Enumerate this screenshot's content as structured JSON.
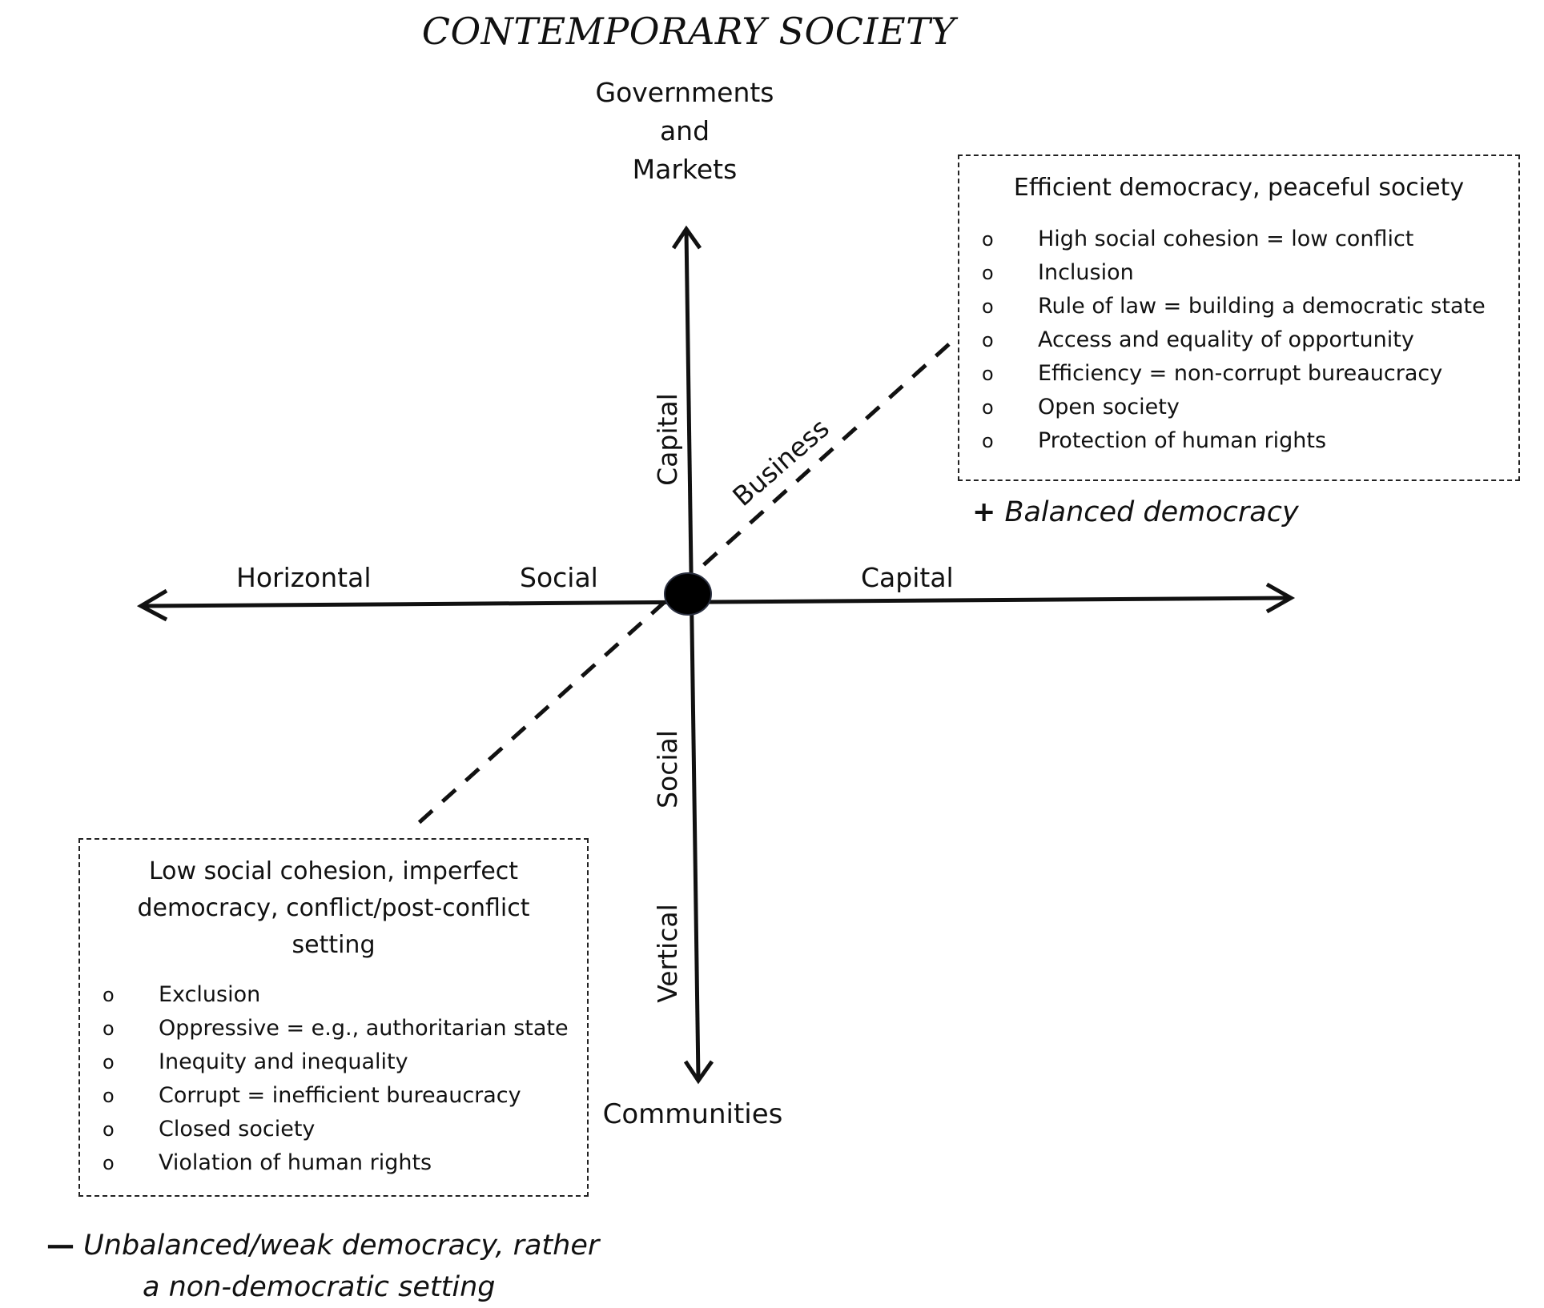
{
  "title": "CONTEMPORARY SOCIETY",
  "axes": {
    "top": {
      "line1": "Governments",
      "line2": "and",
      "line3": "Markets"
    },
    "bottom": "Communities",
    "left_horizontal": "Horizontal",
    "left_social": "Social",
    "right_capital": "Capital",
    "vertical_capital": "Capital",
    "vertical_social": "Social",
    "vertical_vertical": "Vertical",
    "diagonal_business": "Business"
  },
  "box_positive": {
    "title": "Efficient democracy, peaceful society",
    "bullet_symbol": "o",
    "items": [
      "High social cohesion = low conflict",
      "Inclusion",
      "Rule of law = building a democratic state",
      "Access and equality of opportunity",
      "Efficiency = non-corrupt bureaucracy",
      "Open society",
      "Protection of human rights"
    ]
  },
  "box_negative": {
    "title_line1": "Low social cohesion, imperfect",
    "title_line2": "democracy, conflict/post-conflict",
    "title_line3": "setting",
    "bullet_symbol": "o",
    "items": [
      "Exclusion",
      "Oppressive = e.g., authoritarian state",
      "Inequity and inequality",
      "Corrupt = inefficient bureaucracy",
      "Closed society",
      "Violation of human rights"
    ]
  },
  "legend_positive": {
    "sign": "+",
    "text": "Balanced democracy"
  },
  "legend_negative": {
    "sign": "—",
    "line1": "Unbalanced/weak democracy, rather",
    "line2": "a non-democratic setting"
  },
  "colors": {
    "ink": "#111111",
    "node": "#000000"
  }
}
